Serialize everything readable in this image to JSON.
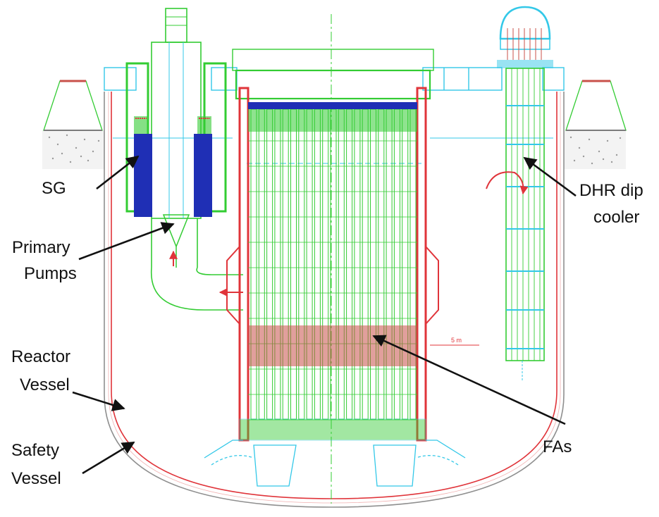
{
  "labels": {
    "sg": "SG",
    "primary_pumps": {
      "line1": "Primary",
      "line2": "Pumps"
    },
    "reactor_vessel": {
      "line1": "Reactor",
      "line2": "Vessel"
    },
    "safety_vessel": {
      "line1": "Safety",
      "line2": "Vessel"
    },
    "dhr": {
      "line1": "DHR dip",
      "line2": "cooler"
    },
    "fas": "FAs",
    "small_mark": "5 m"
  },
  "colors": {
    "vessel_red": "#e0343a",
    "core_green": "#33cc33",
    "cyan": "#33c8e8",
    "sg_blue": "#1f2fb5",
    "fuel_red": "#c8504a",
    "concrete": "#9a9a9a",
    "arrow": "#111111"
  }
}
